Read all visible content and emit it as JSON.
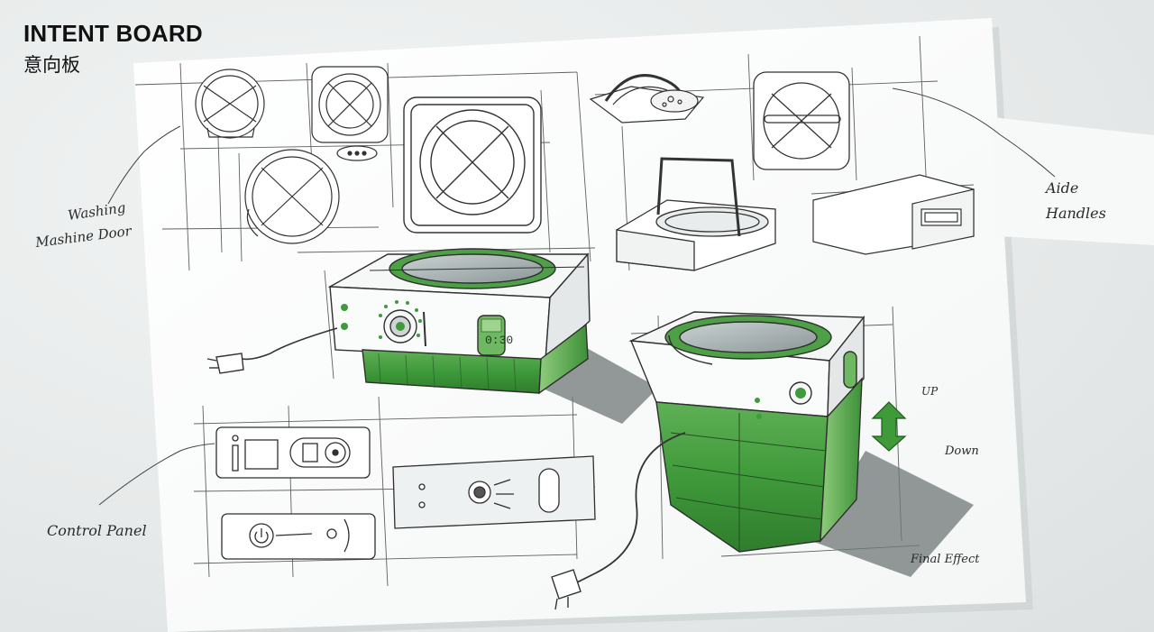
{
  "header": {
    "title": "INTENT BOARD",
    "subtitle": "意向板"
  },
  "annotations": {
    "washing_door_line1": "Washing",
    "washing_door_line2": "Mashine Door",
    "side_handles_line1": "Aide",
    "side_handles_line2": "Handles",
    "control_panel": "Control Panel",
    "up": "UP",
    "down": "Down",
    "final_effect": "Final Effect",
    "display_time": "0:30"
  },
  "colors": {
    "paper": "#fbfcfc",
    "ink": "#2b2b2b",
    "accent_green": "#3f9a3a",
    "accent_green_light": "#7cc06a",
    "shadow_gray": "#8f9696"
  },
  "icons": [
    "power-plug-icon",
    "up-down-arrow-icon",
    "power-button-icon"
  ]
}
